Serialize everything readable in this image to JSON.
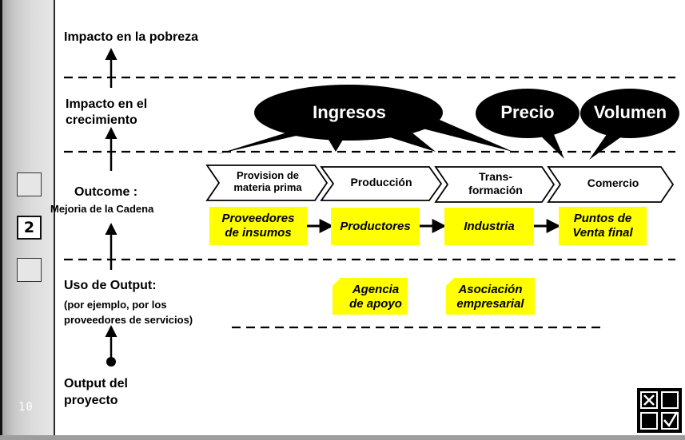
{
  "sidebar": {
    "active_slide": "2",
    "page_number": "10"
  },
  "levels": {
    "poverty": "Impacto en la pobreza",
    "growth": [
      "Impacto en el",
      "crecimiento"
    ],
    "outcome": "Outcome  :",
    "outcome_sub": "Mejoria de la Cadena",
    "use_output": "Uso de Output:",
    "use_output_sub": [
      "(por ejemplo, por los",
      "proveedores de servicios)"
    ],
    "project_output": [
      "Output del",
      "proyecto"
    ]
  },
  "clouds": {
    "left": "Ingresos",
    "middle": "Precio",
    "right": "Volumen"
  },
  "chevrons": [
    [
      "Provision de",
      "materia prima"
    ],
    [
      "Producción"
    ],
    [
      "Trans-",
      "formación"
    ],
    [
      "Comercio"
    ]
  ],
  "chain": [
    [
      "Proveedores",
      "de insumos"
    ],
    [
      "Productores"
    ],
    [
      "Industria"
    ],
    [
      "Puntos de",
      "Venta final"
    ]
  ],
  "support": [
    [
      "Agencia",
      "de apoyo"
    ],
    [
      "Asociación",
      "empresarial"
    ]
  ],
  "colors": {
    "highlight": "#ffff00",
    "cloud": "#000000",
    "sidebar": "#c8c8c8"
  }
}
